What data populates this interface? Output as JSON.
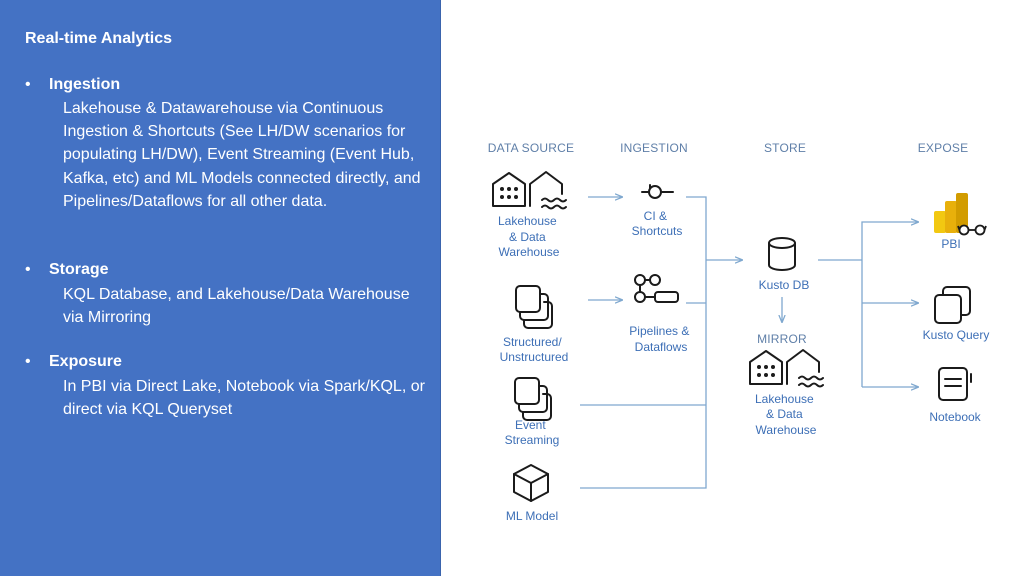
{
  "panel": {
    "title": "Real-time Analytics",
    "sections": [
      {
        "bullet": "•",
        "heading": "Ingestion",
        "body": "Lakehouse & Datawarehouse via Continuous Ingestion & Shortcuts (See LH/DW scenarios for populating LH/DW), Event Streaming (Event Hub, Kafka, etc) and ML Models connected directly, and Pipelines/Dataflows for all other data."
      },
      {
        "bullet": "•",
        "heading": "Storage",
        "body": "KQL Database, and Lakehouse/Data Warehouse via Mirroring"
      },
      {
        "bullet": "•",
        "heading": "Exposure",
        "body": "In PBI via Direct Lake, Notebook via Spark/KQL, or direct via KQL Queryset"
      }
    ]
  },
  "diagram": {
    "headers": {
      "data_source": "DATA SOURCE",
      "ingestion": "INGESTION",
      "store": "STORE",
      "expose": "EXPOSE",
      "mirror": "MIRROR"
    },
    "sources": {
      "lakehouse": [
        "Lakehouse",
        "& Data",
        "Warehouse"
      ],
      "structured": [
        "Structured/",
        "Unstructured"
      ],
      "event": [
        "Event",
        "Streaming"
      ],
      "ml": [
        "ML Model"
      ]
    },
    "ingestion": {
      "ci": [
        "CI &",
        "Shortcuts"
      ],
      "pipelines": [
        "Pipelines &",
        "Dataflows"
      ]
    },
    "store": {
      "kusto_db": "Kusto DB",
      "mirror_lakehouse": [
        "Lakehouse",
        "& Data",
        "Warehouse"
      ]
    },
    "expose": {
      "pbi": "PBI",
      "kusto_query": "Kusto Query",
      "notebook": "Notebook"
    },
    "icons": [
      "lakehouse-warehouse-icon",
      "connector-icon",
      "pipeline-icon",
      "stacked-pages-icon",
      "database-icon",
      "cube-icon",
      "power-bi-icon",
      "query-icon",
      "notebook-icon"
    ],
    "colors": {
      "panel_bg": "#4472c4",
      "label": "#3d6fb6",
      "connector": "#7fa8cf",
      "pbi_gold": "#f2c811"
    }
  }
}
